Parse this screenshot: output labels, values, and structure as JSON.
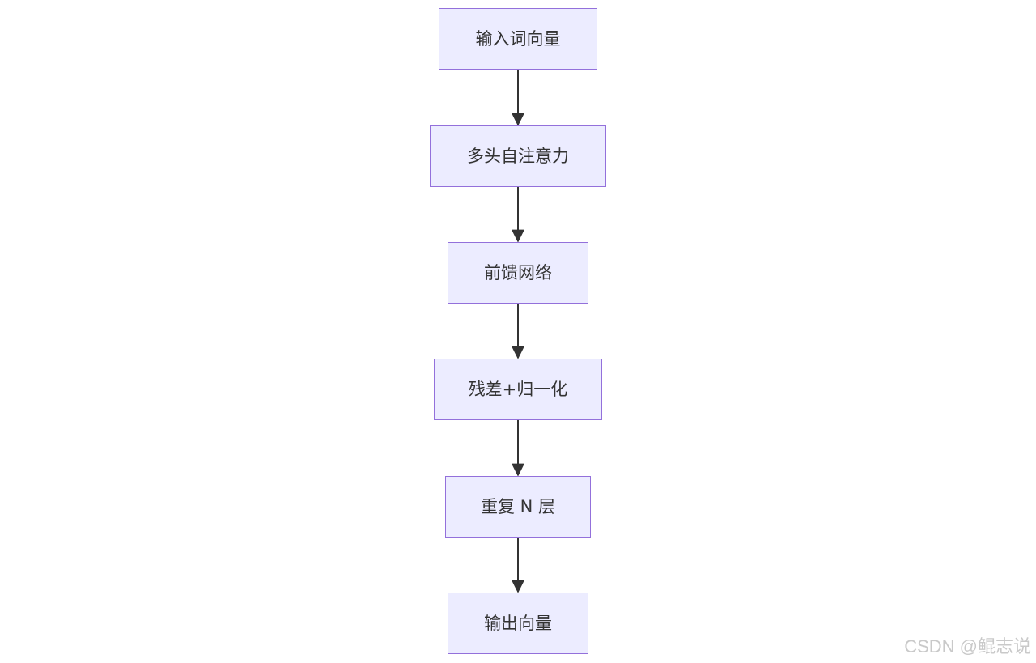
{
  "flowchart": {
    "nodes": [
      {
        "id": "n1",
        "label": "输入词向量"
      },
      {
        "id": "n2",
        "label": "多头自注意力"
      },
      {
        "id": "n3",
        "label": "前馈网络"
      },
      {
        "id": "n4",
        "label": "残差+归一化"
      },
      {
        "id": "n5",
        "label": "重复 N 层"
      },
      {
        "id": "n6",
        "label": "输出向量"
      }
    ],
    "edges": [
      {
        "from": "n1",
        "to": "n2"
      },
      {
        "from": "n2",
        "to": "n3"
      },
      {
        "from": "n3",
        "to": "n4"
      },
      {
        "from": "n4",
        "to": "n5"
      },
      {
        "from": "n5",
        "to": "n6"
      }
    ],
    "colors": {
      "node_fill": "#ECECFF",
      "node_border": "#9370DB",
      "edge": "#333333"
    }
  },
  "watermark": "CSDN @鲲志说"
}
